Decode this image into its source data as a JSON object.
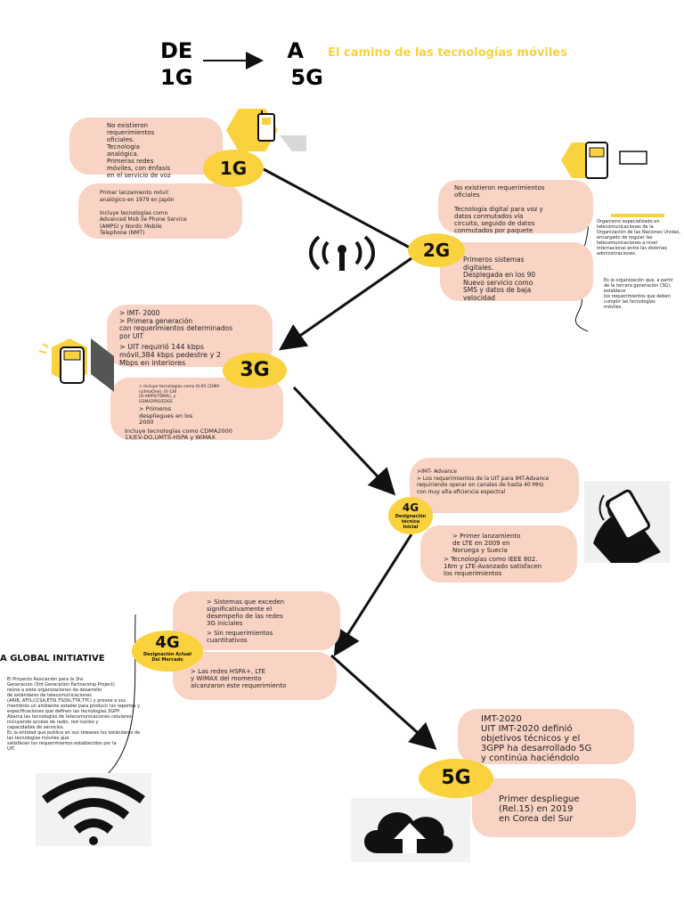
{
  "header": {
    "de": "DE",
    "a": "A",
    "from": "1G",
    "to": "5G",
    "title": "El camino de las tecnologías móviles"
  },
  "colors": {
    "accent": "#f9d23e",
    "bubble": "#f9d3c4",
    "title": "#f9d23e",
    "ink": "#111111"
  },
  "gen1": {
    "badge": "1G",
    "bubble_a": "No existieron\nrequerimientos\noficiales.\nTecnología\nanalógica.\nPrimeras redes\nmóviles, con énfasis\nen el servicio de voz",
    "bubble_b": "Primer lanzamiento móvil\nanalógico en 1979 en Japón\n\nIncluye tecnologías como\nAdvanced Mob ile Phone Service\n(AMPS) y Nordic Mobile\nTelephone (NMT)"
  },
  "gen2": {
    "badge": "2G",
    "bubble_a": "No existieron requerimientos\noficiales\n\nTecnología  digital para voz y\ndatos conmutados vía\ncircuito, seguido de datos\nconmutados por paquete",
    "bubble_b": "Primeros sistemas\ndigitales.\nDesplegada en los 90\nNuevo servicio como\nSMS y datos de baja\nvelocidad",
    "note_a": "Organismo especializado en\ntelecomunicaciones de la\nOrganización de las Naciones Unidas,\nencargado de regular las\ntelecomunicaciones a nivel\ninternacional entre las distintas\nadministraciones.",
    "note_b": "Es la organización que, a partir\nde la tercera generación (3G),\nestablece\nlos requerimientos que deben\ncumplir las tecnologías\nmóviles."
  },
  "gen3": {
    "badge": "3G",
    "bubble_a_1": "> IMT- 2000\n> Primera generación\ncon requerimientos determinados\npor UIT",
    "bubble_a_2": "> UIT requirió 144 kbps\nmóvil,384 kbps pedestre y 2\nMbps en interiores",
    "bubble_b_1": "> Incluye tecnologías  como IS-95 CDMA\n(cdmaOne), IS-136\n(D-AMPS/TDMA), y\nGSM/GPRS/EDGE",
    "bubble_b_2": ">   Primeros\ndespliegues en los\n2000",
    "bubble_b_3": "Incluye tecnologías como CDMA2000\n1X/EV-DO,UMTS-HSPA y WiMAX"
  },
  "gen4a": {
    "badge": "4G",
    "badge_sub": "Designación técnica\nInicial",
    "bubble_a": ">IMT- Advance\n> Los requerimientos de la UIT para IMT-Advance\nrequiriendo operar en canales de hasta 40 MHz\ncon muy alta eficiencia espectral",
    "bubble_b_1": "> Primer lanzamiento\nde LTE en 2009 en\nNoruega y Suecia",
    "bubble_b_2": "> Tecnologías como IEEE 802.\n16m y LTE-Avanzado satisfacen\nlos requerimientos"
  },
  "gen4b": {
    "badge": "4G",
    "badge_sub": "Designación Actual\nDel Mercado",
    "bubble_a_1": "> Sistemas que exceden\nsignificativamente el\ndesempeño de las redes\n3G  iniciales",
    "bubble_a_2": "> Sin requerimientos\ncuantitativos",
    "bubble_b": "> Las redes HSPA+, LTE\ny WiMAX del momento\nalcanzaron este requerimiento",
    "global_title": "A GLOBAL INITIATIVE",
    "global_note": "El Proyecto Asociación para la 3ra\nGeneración (3rd Generation Partnership Project)\nreúne a siete organizaciones de desarrollo\nde estándares de telecomunicaciones\n(ARIB,   ATIS,CCSA,ETSI,TSDSI,TTA,TTC)   y   provee   a   sus\nmiembros un ambiente estable para producir los reportes y\nespecificaciones que definen las tecnologías 3GPP.\nAbarca  las  tecnologías  de  telecomunicaciones  celulares,\nincluyendo acceso de radio, red núcleo y\ncapacidades de servicios.\nEs la entidad que publica en sus releases los estándares de\nlas tecnologías móviles que\nsatisfacen los requerimientos establecidos por la\nUIT."
  },
  "gen5": {
    "badge": "5G",
    "bubble_a": "IMT-2020\nUIT IMT-2020 definió\nobjetivos técnicos y el\n3GPP ha desarrollado 5G\ny continúa haciéndolo",
    "bubble_b": "Primer despliegue\n(Rel.15) en 2019\nen Corea del Sur"
  },
  "icons": [
    "phone-icon",
    "phone-message-icon",
    "antenna-signal-icon",
    "ringing-phone-icon",
    "hand-phone-icon",
    "wifi-icon",
    "cloud-upload-icon"
  ]
}
